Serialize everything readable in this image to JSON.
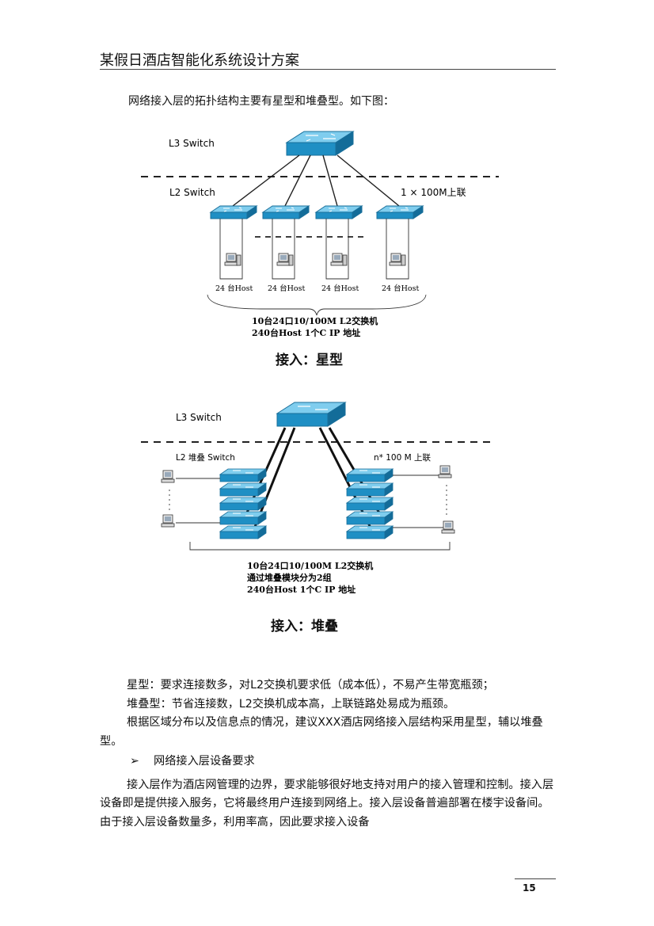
{
  "header": {
    "title": "某假日酒店智能化系统设计方案"
  },
  "intro": {
    "text": "网络接入层的拓扑结构主要有星型和堆叠型。如下图："
  },
  "star_diagram": {
    "l3_label": "L3 Switch",
    "l2_label": "L2 Switch",
    "uplink_label": "1 × 100M上联",
    "host_labels": [
      "24 台Host",
      "24 台Host",
      "24 台Host",
      "24 台Host"
    ],
    "summary_line1": "10台24口10/100M L2交换机",
    "summary_line2": "240台Host 1个C IP 地址",
    "caption": "接入：星型"
  },
  "stack_diagram": {
    "l3_label": "L3 Switch",
    "l2_label": "L2 堆叠 Switch",
    "uplink_label": "n* 100 M 上联",
    "summary_line1": "10台24口10/100M L2交换机",
    "summary_line2": "通过堆叠模块分为2组",
    "summary_line3": "240台Host 1个C IP 地址",
    "caption": "接入：堆叠"
  },
  "body": {
    "para1": "星型：要求连接数多，对L2交换机要求低（成本低），不易产生带宽瓶颈；",
    "para2": "堆叠型：节省连接数，L2交换机成本高，上联链路处易成为瓶颈。",
    "para3": "根据区域分布以及信息点的情况，建议XXX酒店网络接入层结构采用星型，辅以堆叠型。",
    "bullet_arrow": "➢",
    "bullet_text": "网络接入层设备要求",
    "para4": "接入层作为酒店网管理的边界，要求能够很好地支持对用户的接入管理和控制。接入层设备即是提供接入服务，它将最终用户连接到网络上。接入层设备普遍部署在楼宇设备间。由于接入层设备数量多，利用率高，因此要求接入设备"
  },
  "footer": {
    "page_number": "15"
  },
  "colors": {
    "switch_top": "#6fc4ea",
    "switch_side": "#1f8fc4",
    "switch_dark": "#136c99"
  }
}
